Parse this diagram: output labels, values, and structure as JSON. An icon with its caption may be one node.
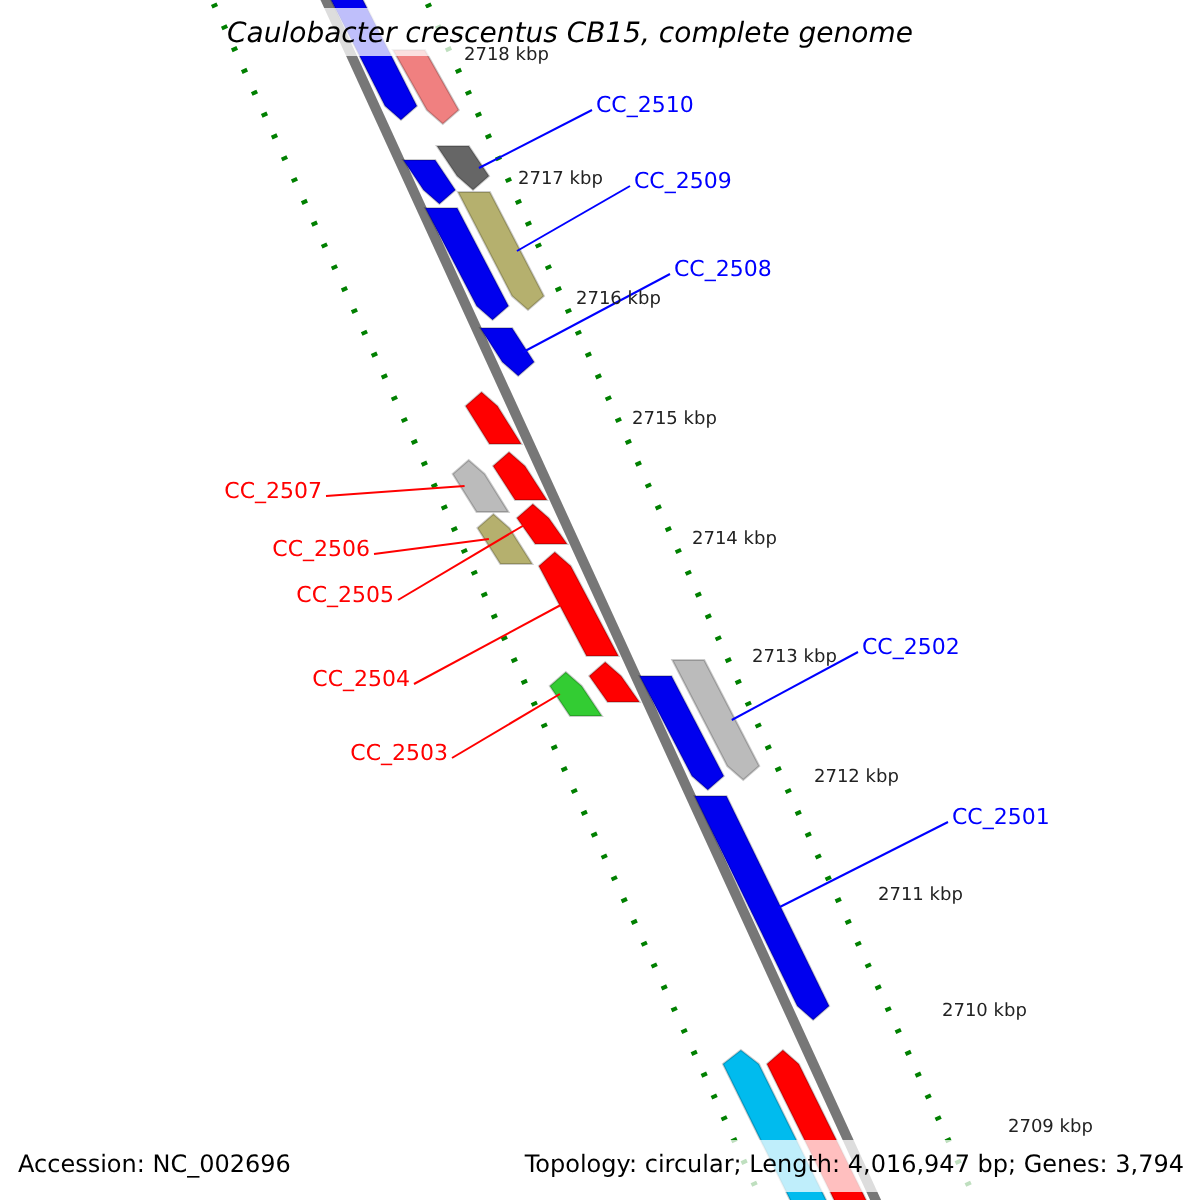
{
  "diagram": {
    "title": "Caulobacter crescentus CB15, complete genome",
    "nodes": [
      {
        "text": [],
        "shape": "arrow"
      },
      {
        "text": [],
        "shape": "arrow"
      },
      {
        "text": [
          "CC_2510"
        ]
      },
      {
        "text": [],
        "shape": "arrow"
      },
      {
        "text": [],
        "shape": "arrow"
      },
      {
        "text": [
          "CC_2509"
        ]
      },
      {
        "text": [],
        "shape": "arrow"
      },
      {
        "text": [],
        "shape": "arrow"
      },
      {
        "text": [
          "CC_2508"
        ]
      },
      {
        "text": [],
        "shape": "arrow"
      },
      {
        "text": [],
        "shape": "arrow"
      },
      {
        "text": [
          "CC_2507"
        ]
      },
      {
        "text": [],
        "shape": "arrow"
      },
      {
        "text": [],
        "shape": "arrow"
      },
      {
        "text": [
          "CC_2506"
        ]
      },
      {
        "text": [],
        "shape": "arrow"
      },
      {
        "text": [
          "CC_2505"
        ]
      },
      {
        "text": [],
        "shape": "arrow"
      },
      {
        "text": [
          "CC_2504"
        ]
      },
      {
        "text": [],
        "shape": "arrow"
      },
      {
        "text": [
          "CC_2502"
        ]
      },
      {
        "text": [],
        "shape": "arrow"
      },
      {
        "text": [],
        "shape": "arrow"
      },
      {
        "text": [
          "CC_2503"
        ]
      },
      {
        "text": [],
        "shape": "arrow"
      },
      {
        "text": [],
        "shape": "arrow"
      },
      {
        "text": [
          "CC_2501"
        ]
      },
      {
        "text": [],
        "shape": "arrow"
      },
      {
        "text": [],
        "shape": "arrow"
      },
      {
        "text": [],
        "shape": "arrow"
      }
    ],
    "edges": [
      {
        "from": 2,
        "to": 3,
        "arrow": "none",
        "color": "#0000ff"
      },
      {
        "from": 5,
        "to": 6,
        "arrow": "none",
        "color": "#0000ff"
      },
      {
        "from": 8,
        "to": 9,
        "arrow": "none",
        "color": "#0000ff"
      },
      {
        "from": 11,
        "to": 12,
        "arrow": "none",
        "color": "#ff0000"
      },
      {
        "from": 14,
        "to": 15,
        "arrow": "none",
        "color": "#ff0000"
      },
      {
        "from": 16,
        "to": 17,
        "arrow": "none",
        "color": "#ff0000"
      },
      {
        "from": 18,
        "to": 19,
        "arrow": "none",
        "color": "#ff0000"
      },
      {
        "from": 20,
        "to": 21,
        "arrow": "none",
        "color": "#0000ff"
      },
      {
        "from": 23,
        "to": 24,
        "arrow": "none",
        "color": "#ff0000"
      },
      {
        "from": 26,
        "to": 27,
        "arrow": "none",
        "color": "#0000ff"
      }
    ],
    "labels": [
      "2718 kbp",
      "2717 kbp",
      "2716 kbp",
      "2715 kbp",
      "2714 kbp",
      "2713 kbp",
      "2712 kbp",
      "2711 kbp",
      "2710 kbp",
      "2709 kbp",
      "Accession: NC_002696",
      "Topology: circular; Length: 4,016,947 bp; Genes: 3,794"
    ]
  }
}
